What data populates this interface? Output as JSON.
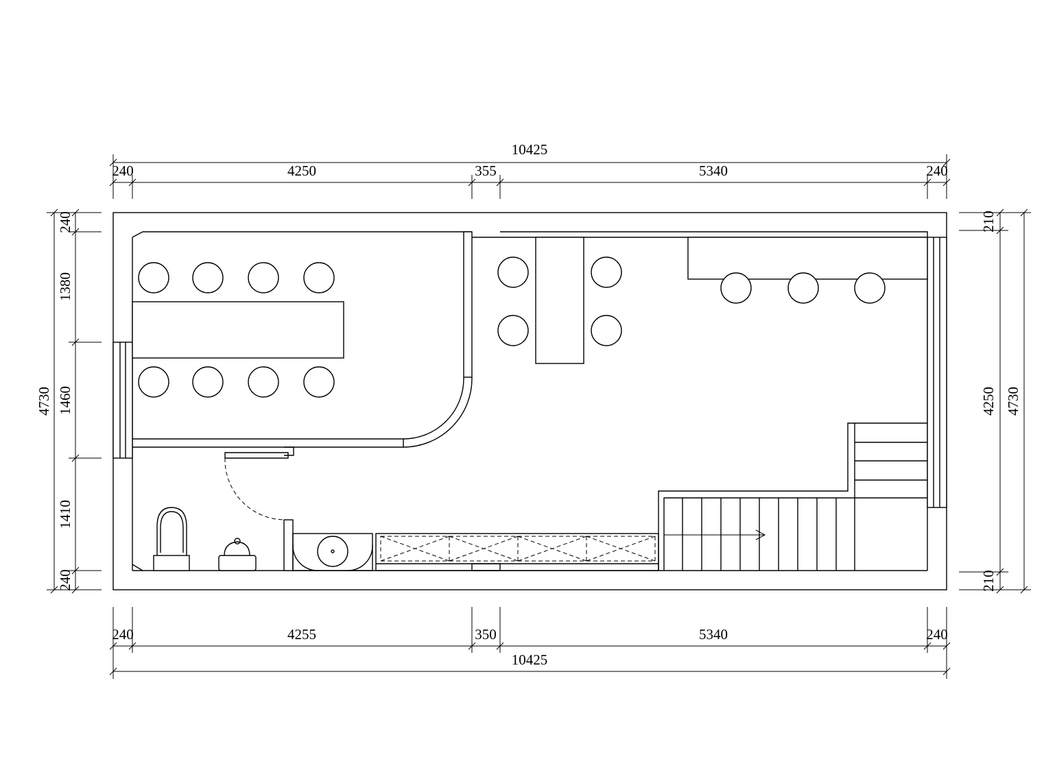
{
  "dimensions": {
    "top_total": "10425",
    "top_segments": [
      "240",
      "4250",
      "355",
      "5340",
      "240"
    ],
    "bottom_segments": [
      "240",
      "4255",
      "350",
      "5340",
      "240"
    ],
    "bottom_total": "10425",
    "left_total": "4730",
    "left_segments": [
      "240",
      "1380",
      "1460",
      "1410",
      "240"
    ],
    "right_segments": [
      "210",
      "4250",
      "210"
    ],
    "right_total": "4730"
  }
}
